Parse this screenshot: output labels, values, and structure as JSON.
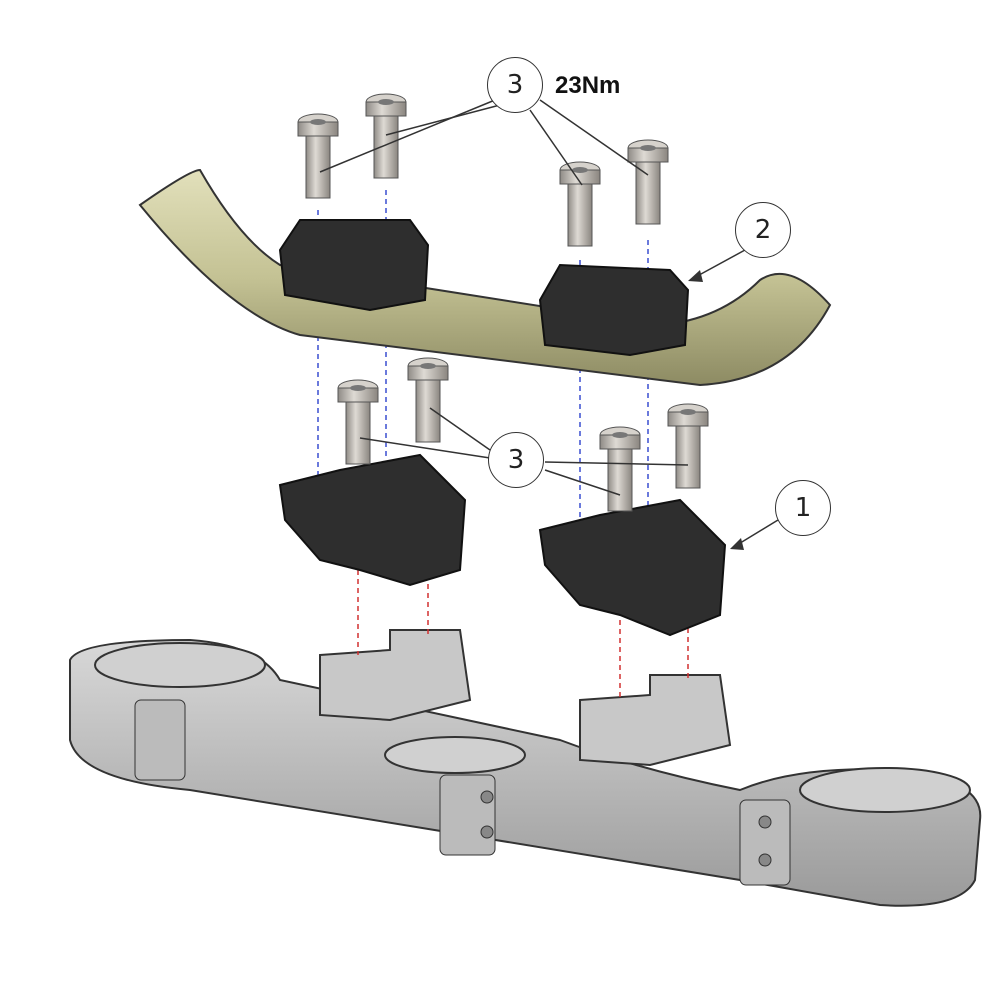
{
  "callouts": {
    "top_bolts": "3",
    "top_clamps": "2",
    "lower_bolts": "3",
    "lower_risers": "1"
  },
  "torque_label": "23Nm",
  "colors": {
    "handlebar": "#c9c79a",
    "clamp": "#2e2e2e",
    "triple_clamp": "#c4c4c4",
    "bolt": "#b8b4ae",
    "guide_blue": "#3a4fd0",
    "guide_red": "#d23030"
  }
}
